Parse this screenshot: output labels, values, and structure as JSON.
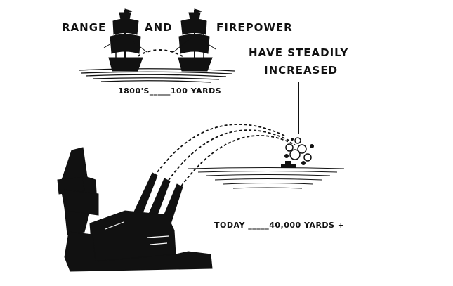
{
  "headline": {
    "word_range": "RANGE",
    "word_and": "AND",
    "word_firepower": "FIREPOWER",
    "line_have_steadily": "HAVE STEADILY",
    "line_increased": "INCREASED"
  },
  "then_label": "1800'S_____100 YARDS",
  "today_label": "TODAY _____40,000 YARDS +",
  "colors": {
    "ink": "#111111",
    "paper": "#ffffff"
  }
}
